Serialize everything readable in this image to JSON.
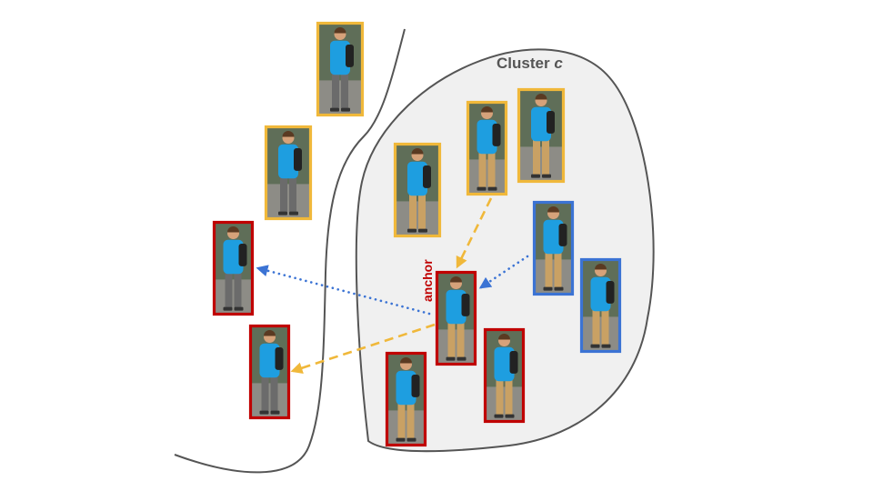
{
  "cluster": {
    "title": "Cluster",
    "variable": "c"
  },
  "anchor": {
    "label": "anchor"
  },
  "colors": {
    "positive": "#f0b83a",
    "negative": "#3b73d4",
    "anchor": "#c00000",
    "cluster_fill": "#f0f0f0",
    "boundary": "#555555",
    "shirt": "#1e9ee0",
    "trousers_khaki": "#c9a164",
    "trousers_grey": "#6b6b6b",
    "backpack": "#222222",
    "skin": "#d6a27a",
    "hair": "#5a3a22",
    "bg_foliage": "#5f6e58",
    "bg_pavement": "#8d8c86"
  },
  "images": [
    {
      "name": "outside-positive-1",
      "role": "positive",
      "trousers": "grey"
    },
    {
      "name": "outside-positive-2",
      "role": "positive",
      "trousers": "grey"
    },
    {
      "name": "cluster-positive-1",
      "role": "positive",
      "trousers": "khaki"
    },
    {
      "name": "cluster-positive-2",
      "role": "positive",
      "trousers": "khaki"
    },
    {
      "name": "cluster-positive-3",
      "role": "positive",
      "trousers": "khaki"
    },
    {
      "name": "cluster-negative-1",
      "role": "negative",
      "trousers": "khaki"
    },
    {
      "name": "cluster-negative-2",
      "role": "negative",
      "trousers": "khaki"
    },
    {
      "name": "anchor-image",
      "role": "anchor",
      "trousers": "khaki"
    },
    {
      "name": "cluster-red-1",
      "role": "anchor",
      "trousers": "khaki"
    },
    {
      "name": "cluster-red-2",
      "role": "anchor",
      "trousers": "khaki"
    },
    {
      "name": "outside-red-1",
      "role": "anchor",
      "trousers": "grey"
    },
    {
      "name": "outside-red-2",
      "role": "anchor",
      "trousers": "grey"
    }
  ],
  "arrows": [
    {
      "name": "arrow-positive-to-anchor",
      "style": "dashed",
      "color": "positive"
    },
    {
      "name": "arrow-anchor-to-outside-red-2",
      "style": "dashed",
      "color": "positive"
    },
    {
      "name": "arrow-negative-to-anchor",
      "style": "dotted",
      "color": "negative"
    },
    {
      "name": "arrow-anchor-to-outside-red-1",
      "style": "dotted",
      "color": "negative"
    }
  ]
}
